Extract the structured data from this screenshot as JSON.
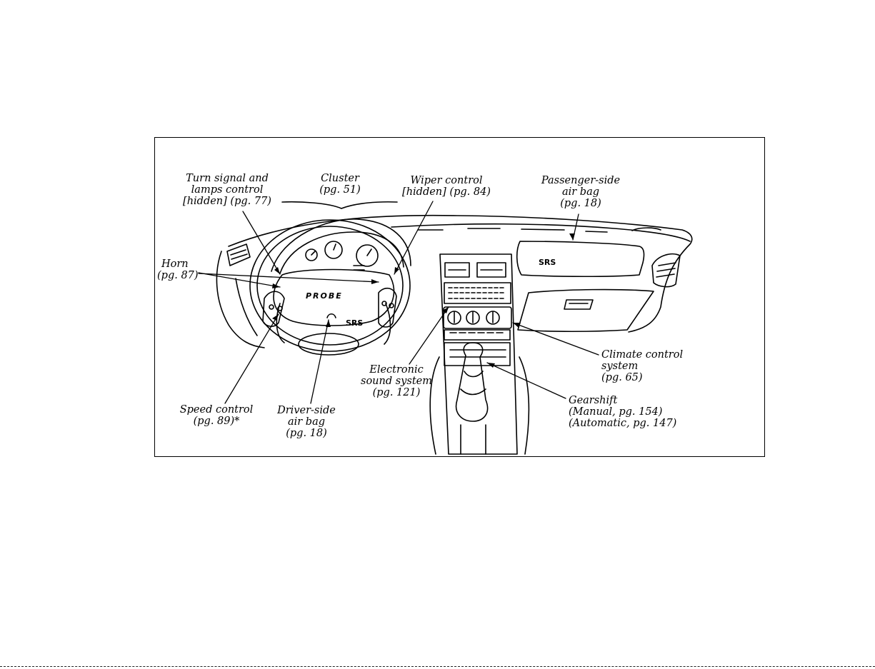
{
  "labels": {
    "turn_signal": [
      "Turn signal and",
      "lamps control",
      "[hidden] (pg. 77)"
    ],
    "cluster": [
      "Cluster",
      "(pg. 51)"
    ],
    "wiper": [
      "Wiper control",
      "[hidden] (pg. 84)"
    ],
    "passenger_airbag": [
      "Passenger-side",
      "air bag",
      "(pg. 18)"
    ],
    "horn": [
      "Horn",
      "(pg. 87)"
    ],
    "electronic_sound": [
      "Electronic",
      "sound system",
      "(pg. 121)"
    ],
    "climate": [
      "Climate control",
      "system",
      "(pg. 65)"
    ],
    "gearshift": [
      "Gearshift",
      "(Manual, pg. 154)",
      "(Automatic, pg. 147)"
    ],
    "speed_control": [
      "Speed control",
      "(pg. 89)*"
    ],
    "driver_airbag": [
      "Driver-side",
      "air bag",
      "(pg. 18)"
    ]
  },
  "badges": {
    "srs_steering": "SRS",
    "srs_passenger": "SRS",
    "steering_brand": "PROBE"
  }
}
